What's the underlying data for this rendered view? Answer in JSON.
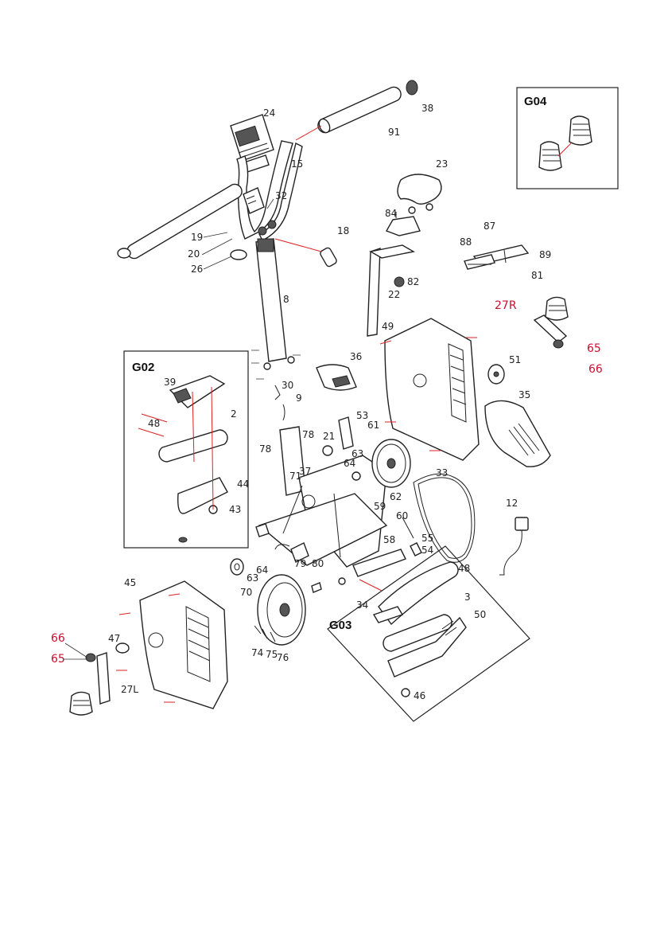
{
  "diagram": {
    "groups": [
      {
        "id": "G04",
        "label": "G04"
      },
      {
        "id": "G02",
        "label": "G02"
      },
      {
        "id": "G03",
        "label": "G03"
      }
    ],
    "parts": {
      "p24": "24",
      "p38": "38",
      "p91": "91",
      "p15": "15",
      "p32": "32",
      "p23": "23",
      "p19": "19",
      "p20": "20",
      "p26": "26",
      "p18": "18",
      "p84": "84",
      "p87": "87",
      "p88": "88",
      "p89": "89",
      "p81": "81",
      "p82": "82",
      "p22": "22",
      "p8": "8",
      "p27R": "27R",
      "p65r": "65",
      "p66r": "66",
      "p49": "49",
      "p36": "36",
      "p51": "51",
      "p39": "39",
      "p2": "2",
      "p48a": "48",
      "p44": "44",
      "p43": "43",
      "p30": "30",
      "p9": "9",
      "p53": "53",
      "p61": "61",
      "p35": "35",
      "p78a": "78",
      "p78b": "78",
      "p37": "37",
      "p21": "21",
      "p71": "71",
      "p64a": "64",
      "p63a": "63",
      "p33": "33",
      "p12": "12",
      "p62": "62",
      "p59": "59",
      "p60": "60",
      "p58": "58",
      "p55": "55",
      "p54": "54",
      "p48b": "48",
      "p45": "45",
      "p64b": "64",
      "p63b": "63",
      "p79": "79",
      "p80": "80",
      "p70": "70",
      "p34": "34",
      "p3": "3",
      "p50": "50",
      "p66l": "66",
      "p47": "47",
      "p65l": "65",
      "p74": "74",
      "p75": "75",
      "p76": "76",
      "p46": "46",
      "p27L": "27L"
    }
  }
}
